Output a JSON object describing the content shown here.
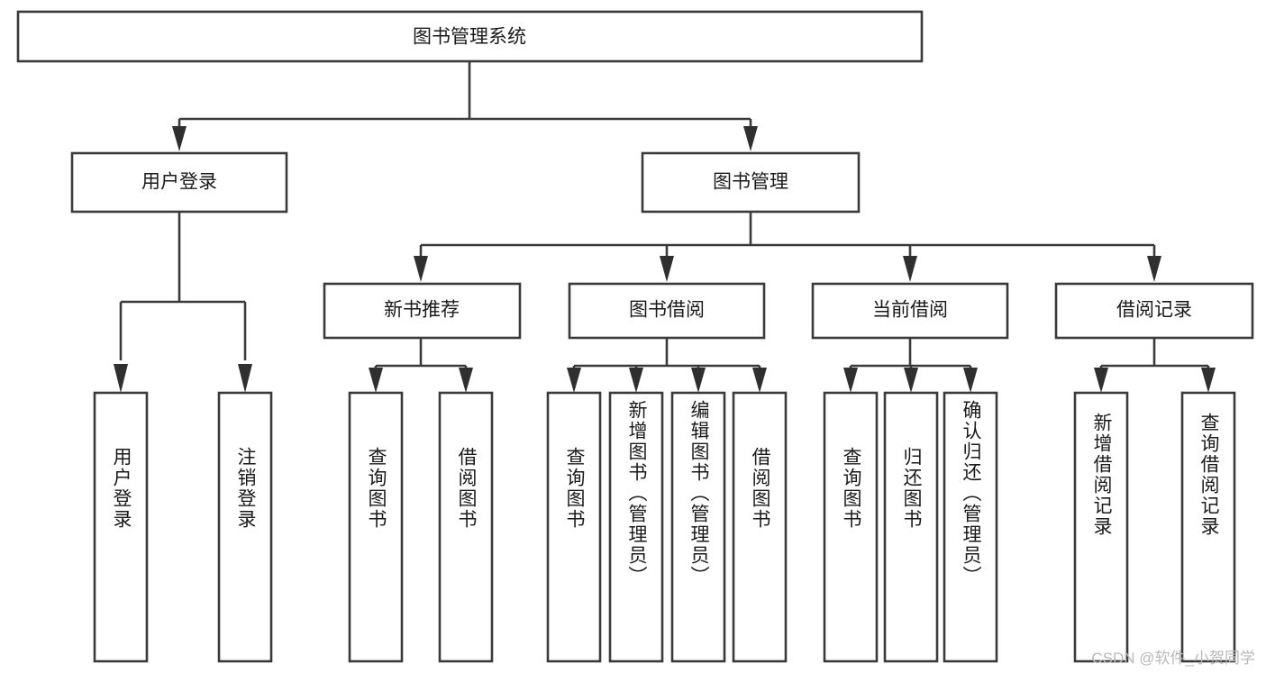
{
  "diagram": {
    "title": "图书管理系统",
    "type": "tree-hierarchy",
    "root": {
      "id": "root",
      "label": "图书管理系统",
      "shape": "rectangle",
      "orientation": "horizontal"
    },
    "level1": [
      {
        "id": "user-login",
        "label": "用户登录",
        "shape": "rectangle",
        "orientation": "horizontal"
      },
      {
        "id": "book-manage",
        "label": "图书管理",
        "shape": "rectangle",
        "orientation": "horizontal"
      }
    ],
    "level2": [
      {
        "id": "new-book-rec",
        "label": "新书推荐",
        "parent": "book-manage",
        "shape": "rectangle",
        "orientation": "horizontal"
      },
      {
        "id": "book-borrow",
        "label": "图书借阅",
        "parent": "book-manage",
        "shape": "rectangle",
        "orientation": "horizontal"
      },
      {
        "id": "current-borrow",
        "label": "当前借阅",
        "parent": "book-manage",
        "shape": "rectangle",
        "orientation": "horizontal"
      },
      {
        "id": "borrow-record",
        "label": "借阅记录",
        "parent": "book-manage",
        "shape": "rectangle",
        "orientation": "horizontal"
      }
    ],
    "leaves": [
      {
        "id": "leaf-user-login",
        "label": "用户登录",
        "parent": "user-login",
        "orientation": "vertical"
      },
      {
        "id": "leaf-user-logout",
        "label": "注销登录",
        "parent": "user-login",
        "orientation": "vertical"
      },
      {
        "id": "leaf-query-book-1",
        "label": "查询图书",
        "parent": "new-book-rec",
        "orientation": "vertical"
      },
      {
        "id": "leaf-borrow-book-1",
        "label": "借阅图书",
        "parent": "new-book-rec",
        "orientation": "vertical"
      },
      {
        "id": "leaf-query-book-2",
        "label": "查询图书",
        "parent": "book-borrow",
        "orientation": "vertical"
      },
      {
        "id": "leaf-add-book",
        "label": "新增图书（管理员）",
        "parent": "book-borrow",
        "orientation": "vertical"
      },
      {
        "id": "leaf-edit-book",
        "label": "编辑图书（管理员）",
        "parent": "book-borrow",
        "orientation": "vertical"
      },
      {
        "id": "leaf-borrow-book-2",
        "label": "借阅图书",
        "parent": "book-borrow",
        "orientation": "vertical"
      },
      {
        "id": "leaf-query-book-3",
        "label": "查询图书",
        "parent": "current-borrow",
        "orientation": "vertical"
      },
      {
        "id": "leaf-return-book",
        "label": "归还图书",
        "parent": "current-borrow",
        "orientation": "vertical"
      },
      {
        "id": "leaf-confirm-return",
        "label": "确认归还（管理员）",
        "parent": "current-borrow",
        "orientation": "vertical"
      },
      {
        "id": "leaf-add-record",
        "label": "新增借阅记录",
        "parent": "borrow-record",
        "orientation": "vertical"
      },
      {
        "id": "leaf-query-record",
        "label": "查询借阅记录",
        "parent": "borrow-record",
        "orientation": "vertical"
      }
    ],
    "colors": {
      "stroke": "#3a3a3a",
      "fill": "#ffffff",
      "text": "#1a1a1a",
      "watermark": "#b9b9b9"
    }
  },
  "watermark": {
    "text": "CSDN @软件_小贺同学"
  }
}
